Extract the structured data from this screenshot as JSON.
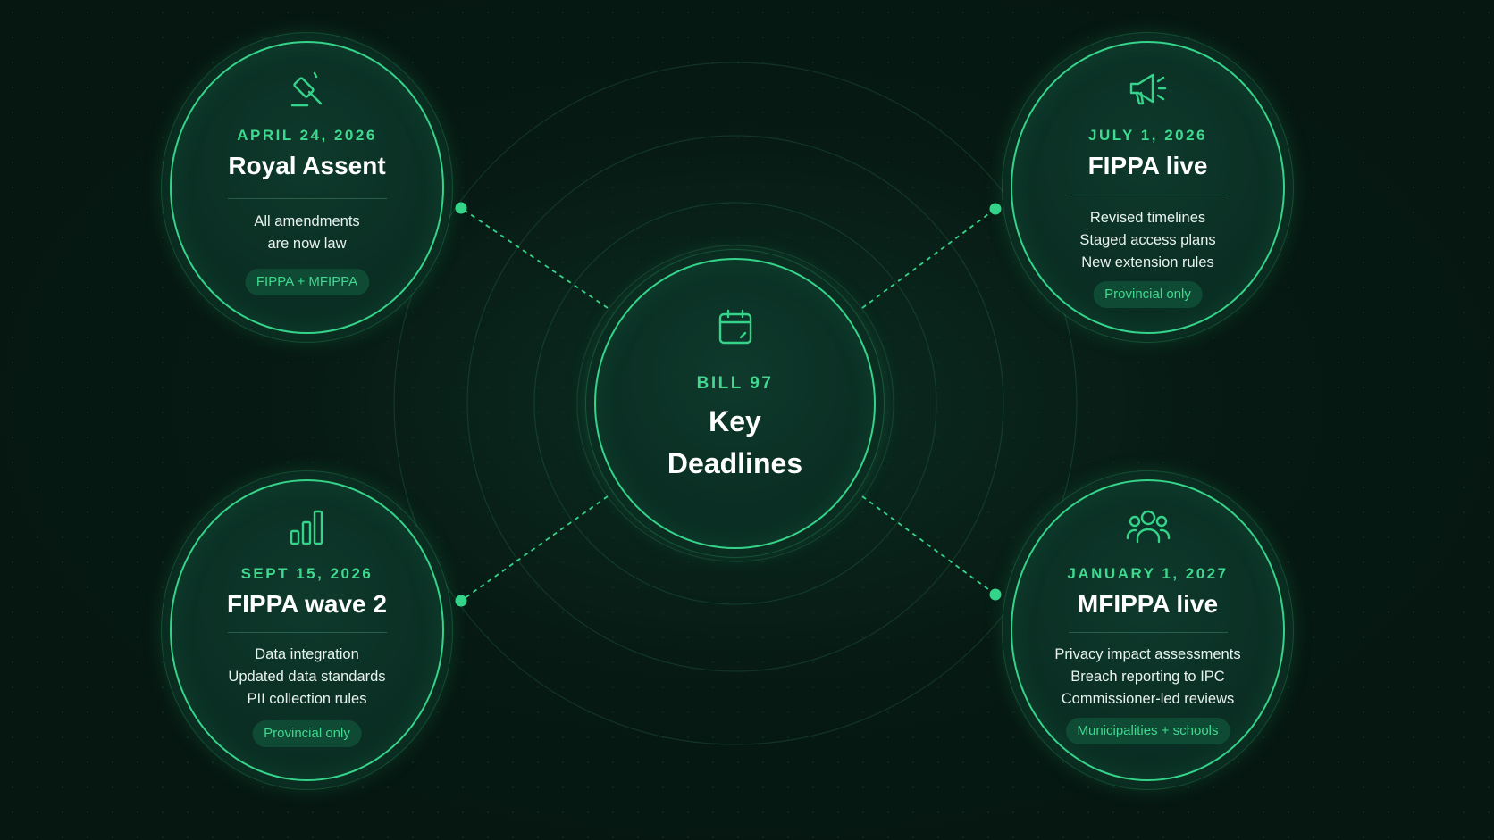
{
  "center": {
    "eyebrow": "BILL 97",
    "title_line1": "Key",
    "title_line2": "Deadlines",
    "icon": "calendar-icon"
  },
  "nodes": [
    {
      "id": "royal-assent",
      "icon": "gavel-icon",
      "date": "APRIL 24, 2026",
      "title": "Royal Assent",
      "lines": [
        "All amendments",
        "are now law"
      ],
      "tag": "FIPPA + MFIPPA"
    },
    {
      "id": "fippa-live",
      "icon": "megaphone-icon",
      "date": "JULY 1, 2026",
      "title": "FIPPA live",
      "lines": [
        "Revised timelines",
        "Staged access plans",
        "New extension rules"
      ],
      "tag": "Provincial only"
    },
    {
      "id": "fippa-wave-2",
      "icon": "bar-chart-icon",
      "date": "SEPT 15, 2026",
      "title": "FIPPA wave 2",
      "lines": [
        "Data integration",
        "Updated data standards",
        "PII collection rules"
      ],
      "tag": "Provincial only"
    },
    {
      "id": "mfippa-live",
      "icon": "people-icon",
      "date": "JANUARY 1, 2027",
      "title": "MFIPPA live",
      "lines": [
        "Privacy impact assessments",
        "Breach reporting to IPC",
        "Commissioner-led reviews"
      ],
      "tag": "Municipalities + schools"
    }
  ],
  "colors": {
    "accent": "#35d48a",
    "background": "#061711",
    "tag_bg": "#0f4a34"
  }
}
